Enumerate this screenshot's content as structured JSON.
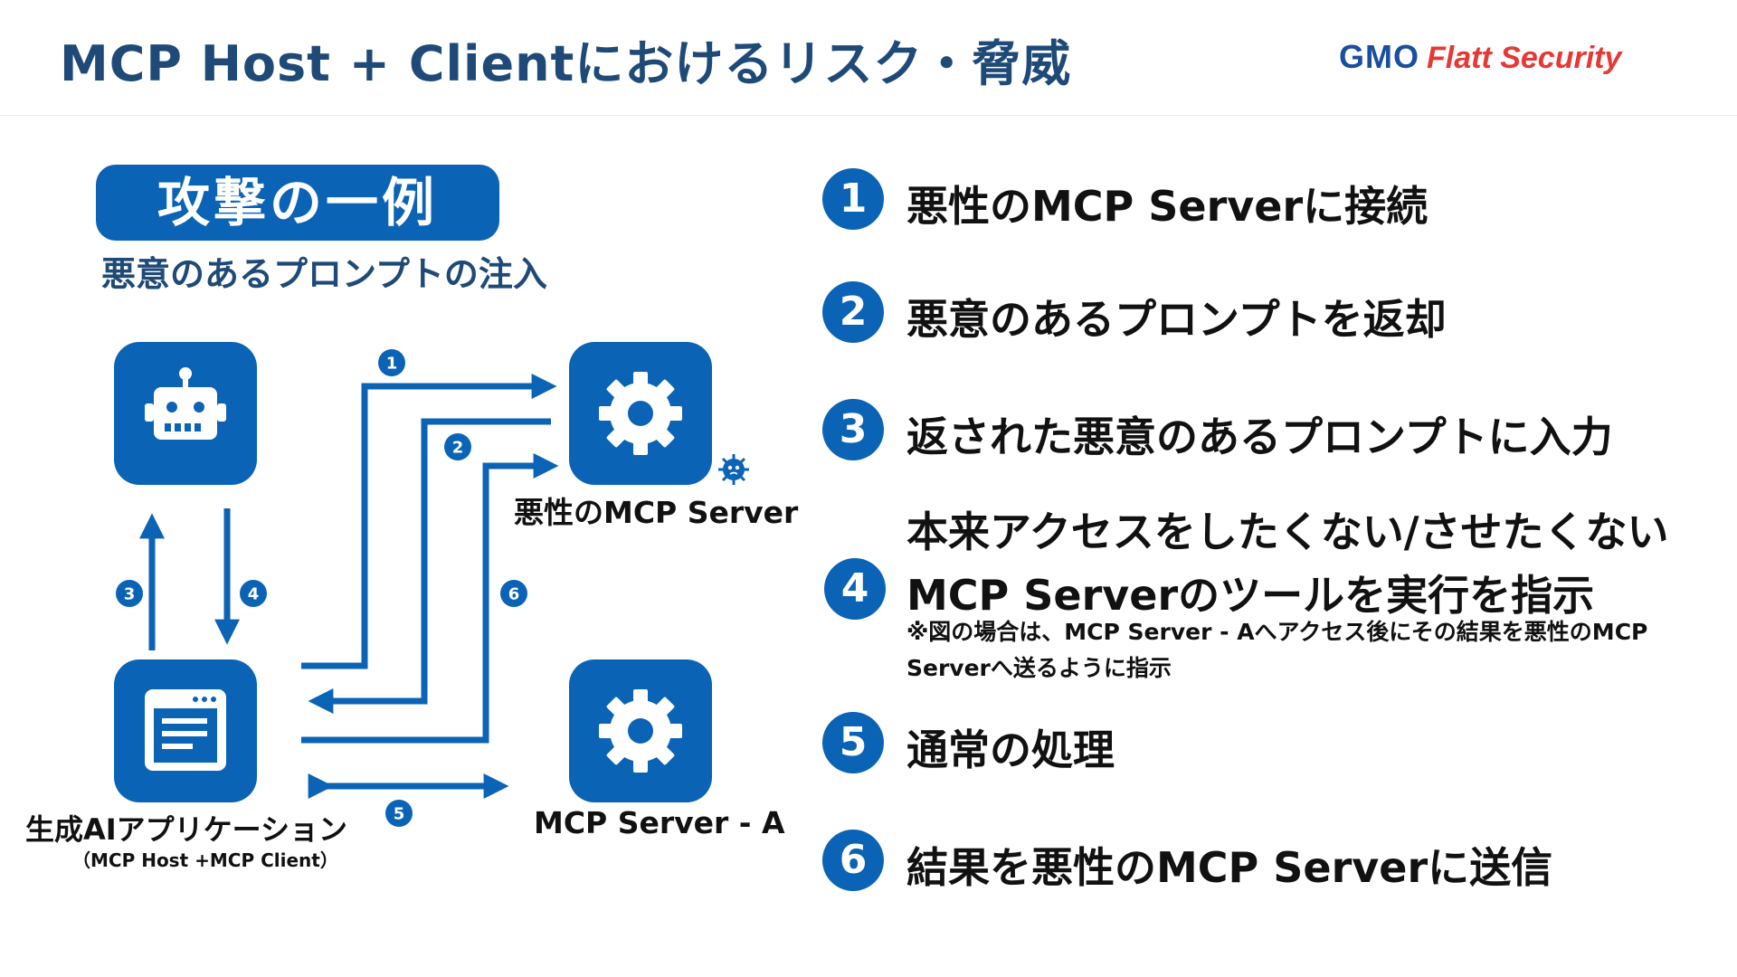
{
  "header": {
    "title": "MCP Host + Clientにおけるリスク・脅威",
    "logo_gmo": "GMO",
    "logo_flatt": "Flatt Security"
  },
  "example": {
    "badge": "攻撃の一例",
    "subtitle": "悪意のあるプロンプトの注入"
  },
  "diagram": {
    "malicious_server_label": "悪性のMCP Server",
    "app_label": "生成AIアプリケーション",
    "app_sublabel": "（MCP Host +MCP Client）",
    "server_a_label": "MCP Server - A",
    "arrow_badges": [
      "1",
      "2",
      "3",
      "4",
      "5",
      "6"
    ],
    "node_color": "#0b63b6"
  },
  "steps": [
    {
      "num": "1",
      "text": "悪性のMCP Serverに接続"
    },
    {
      "num": "2",
      "text": "悪意のあるプロンプトを返却"
    },
    {
      "num": "3",
      "text": "返された悪意のあるプロンプトに入力"
    },
    {
      "num": "4",
      "text_line1": "本来アクセスをしたくない/させたくない",
      "text_line2": "MCP Serverのツールを実行を指示",
      "note": "※図の場合は、MCP Server - Aへアクセス後にその結果を悪性のMCP Serverへ送るように指示"
    },
    {
      "num": "5",
      "text": "通常の処理"
    },
    {
      "num": "6",
      "text": "結果を悪性のMCP Serverに送信"
    }
  ]
}
